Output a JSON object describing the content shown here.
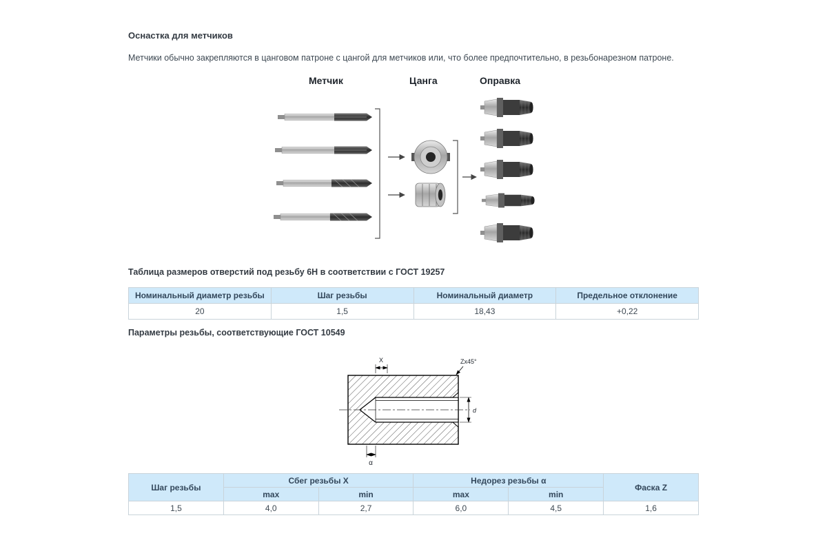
{
  "header": {
    "title": "Оснастка для метчиков",
    "intro": "Метчики обычно закрепляются в цанговом патроне с цангой для метчиков или, что более предпочтительно, в резьбонарезном патроне."
  },
  "diagram": {
    "labels": [
      "Метчик",
      "Цанга",
      "Оправка"
    ]
  },
  "hole_table": {
    "caption": "Таблица размеров отверстий под резьбу 6Н в соответствии с ГОСТ 19257",
    "headers": [
      "Номинальный диаметр резьбы",
      "Шаг резьбы",
      "Номинальный диаметр",
      "Предельное отклонение"
    ],
    "row": [
      "20",
      "1,5",
      "18,43",
      "+0,22"
    ]
  },
  "thread_section": {
    "caption": "Параметры резьбы, соответствующие ГОСТ 10549"
  },
  "drawing": {
    "dim_x": "X",
    "dim_z": "Zx45°",
    "dim_d": "d",
    "dim_alpha": "α"
  },
  "thread_table": {
    "col_pitch": "Шаг резьбы",
    "group_runout": "Сбег резьбы X",
    "group_undercut": "Недорез резьбы α",
    "col_chamfer": "Фаска Z",
    "sub": [
      "max",
      "min",
      "max",
      "min"
    ],
    "row": [
      "1,5",
      "4,0",
      "2,7",
      "6,0",
      "4,5",
      "1,6"
    ]
  },
  "colors": {
    "table_header_bg": "#cfe9fa",
    "table_border": "#c9d3da",
    "heading_text": "#333a42",
    "body_text": "#3d4852"
  }
}
